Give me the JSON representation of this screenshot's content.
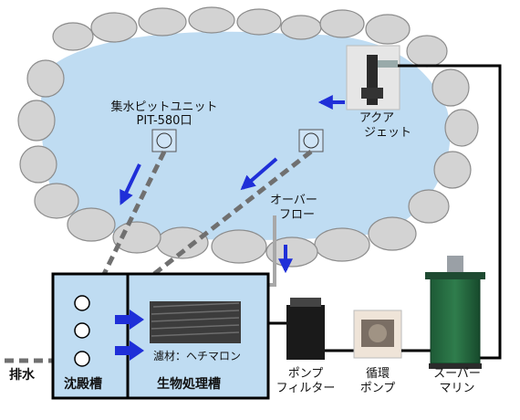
{
  "pond": {
    "collector_label_line1": "集水ピットユニット",
    "collector_label_line2": "PIT-580口",
    "aqua_jet_line1": "アクア",
    "aqua_jet_line2": "ジェット",
    "overflow_line1": "オーバー",
    "overflow_line2": "フロー",
    "water_color": "#bfdcf2",
    "rock_color": "#d3d3d3"
  },
  "tank": {
    "sedimentation_label": "沈殿槽",
    "bio_label": "生物処理槽",
    "filter_media_label": "濾材：ヘチマロン",
    "drain_label": "排水",
    "tank_fill_color": "#bfdcf2"
  },
  "equipment": {
    "pump_filter_line1": "ポンプ",
    "pump_filter_line2": "フィルター",
    "circ_pump_line1": "循環",
    "circ_pump_line2": "ポンプ",
    "super_marine_line1": "スーパー",
    "super_marine_line2": "マリン"
  },
  "colors": {
    "flow_arrow": "#1f2fd8",
    "pipe": "#000000",
    "buried_pipe": "#707070"
  }
}
